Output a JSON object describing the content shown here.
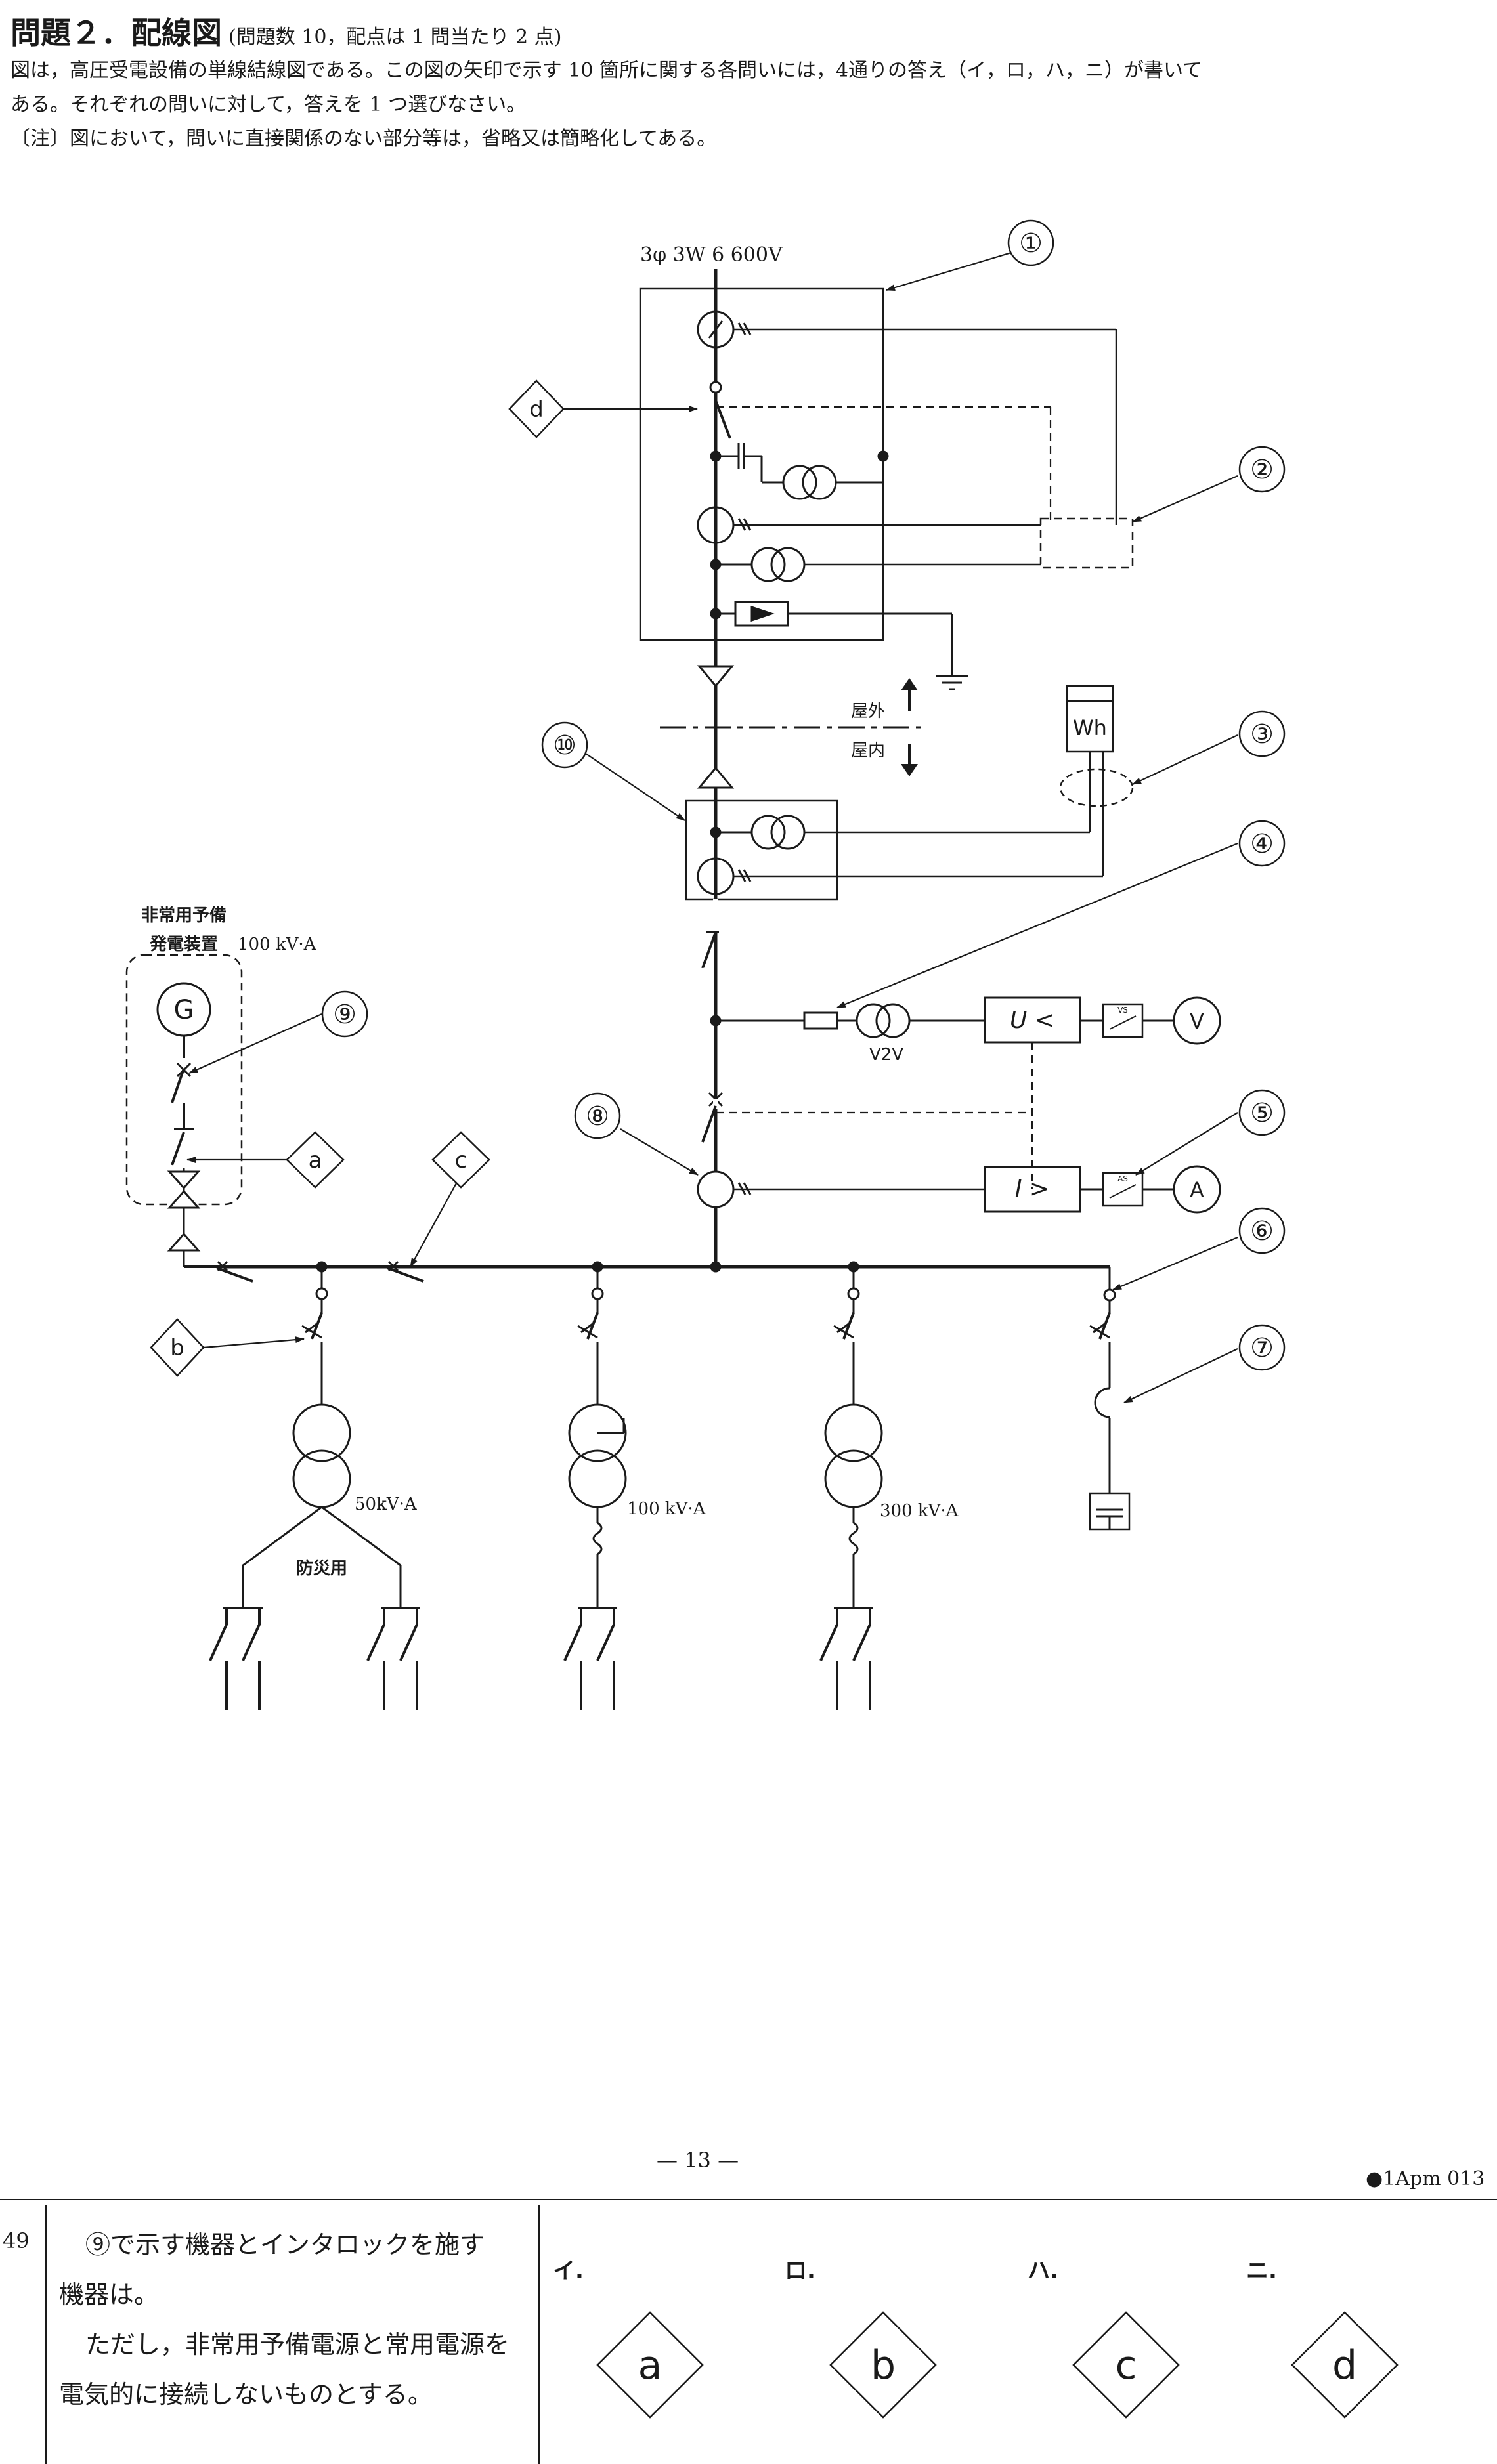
{
  "header": {
    "title": "問題２．配線図",
    "title_note": "(問題数 10，配点は 1 問当たり 2 点)"
  },
  "intro": {
    "line1": "図は，高圧受電設備の単線結線図である。この図の矢印で示す 10 箇所に関する各問いには，4通りの答え（イ，ロ，ハ，ニ）が書いて",
    "line2": "ある。それぞれの問いに対して，答えを 1 つ選びなさい。",
    "note": "〔注〕図において，問いに直接関係のない部分等は，省略又は簡略化してある。"
  },
  "diagram": {
    "supply": "3φ 3W  6 600V",
    "outdoor": "屋外",
    "indoor": "屋内",
    "wh": "Wh",
    "vt_label": "V2V",
    "uv_relay": "U <",
    "oc_relay": "I >",
    "vs": "VS",
    "as": "AS",
    "volt": "V",
    "amp": "A",
    "gen_title_1": "非常用予備",
    "gen_title_2": "発電装置",
    "gen_rating": "100 kV·A",
    "gen": "G",
    "t1_rating": "50kV·A",
    "t1_use": "防災用",
    "t2_rating": "100 kV·A",
    "t3_rating": "300 kV·A",
    "callouts": [
      "①",
      "②",
      "③",
      "④",
      "⑤",
      "⑥",
      "⑦",
      "⑧",
      "⑨",
      "⑩"
    ],
    "diamonds": [
      "a",
      "b",
      "c",
      "d"
    ]
  },
  "footer": {
    "page": "— 13 —",
    "code": "●1Apm 013"
  },
  "question": {
    "number": "49",
    "line1": "⑨で示す機器とインタロックを施す",
    "line2": "機器は。",
    "line3": "ただし，非常用予備電源と常用電源を",
    "line4": "電気的に接続しないものとする。",
    "options": [
      {
        "label": "イ.",
        "value": "a"
      },
      {
        "label": "ロ.",
        "value": "b"
      },
      {
        "label": "ハ.",
        "value": "c"
      },
      {
        "label": "ニ.",
        "value": "d"
      }
    ]
  }
}
